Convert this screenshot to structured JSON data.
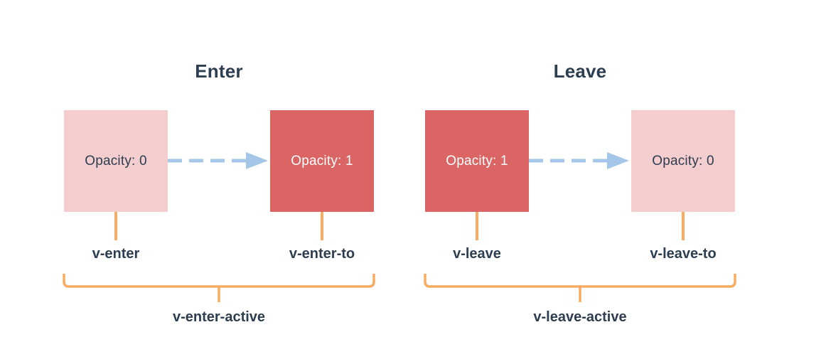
{
  "colors": {
    "background": "#ffffff",
    "text_dark": "#2c3e50",
    "text_on_red": "#ffffff",
    "box_pink": "#f4cdce",
    "box_red": "#db6565",
    "arrow_blue": "#a4c7e9",
    "bracket_orange": "#f8ac62"
  },
  "sections": [
    {
      "title": "Enter",
      "start_box": {
        "label": "Opacity: 0",
        "variant": "pink"
      },
      "end_box": {
        "label": "Opacity: 1",
        "variant": "red"
      },
      "start_class": "v-enter",
      "end_class": "v-enter-to",
      "active_class": "v-enter-active"
    },
    {
      "title": "Leave",
      "start_box": {
        "label": "Opacity: 1",
        "variant": "red"
      },
      "end_box": {
        "label": "Opacity: 0",
        "variant": "pink"
      },
      "start_class": "v-leave",
      "end_class": "v-leave-to",
      "active_class": "v-leave-active"
    }
  ]
}
